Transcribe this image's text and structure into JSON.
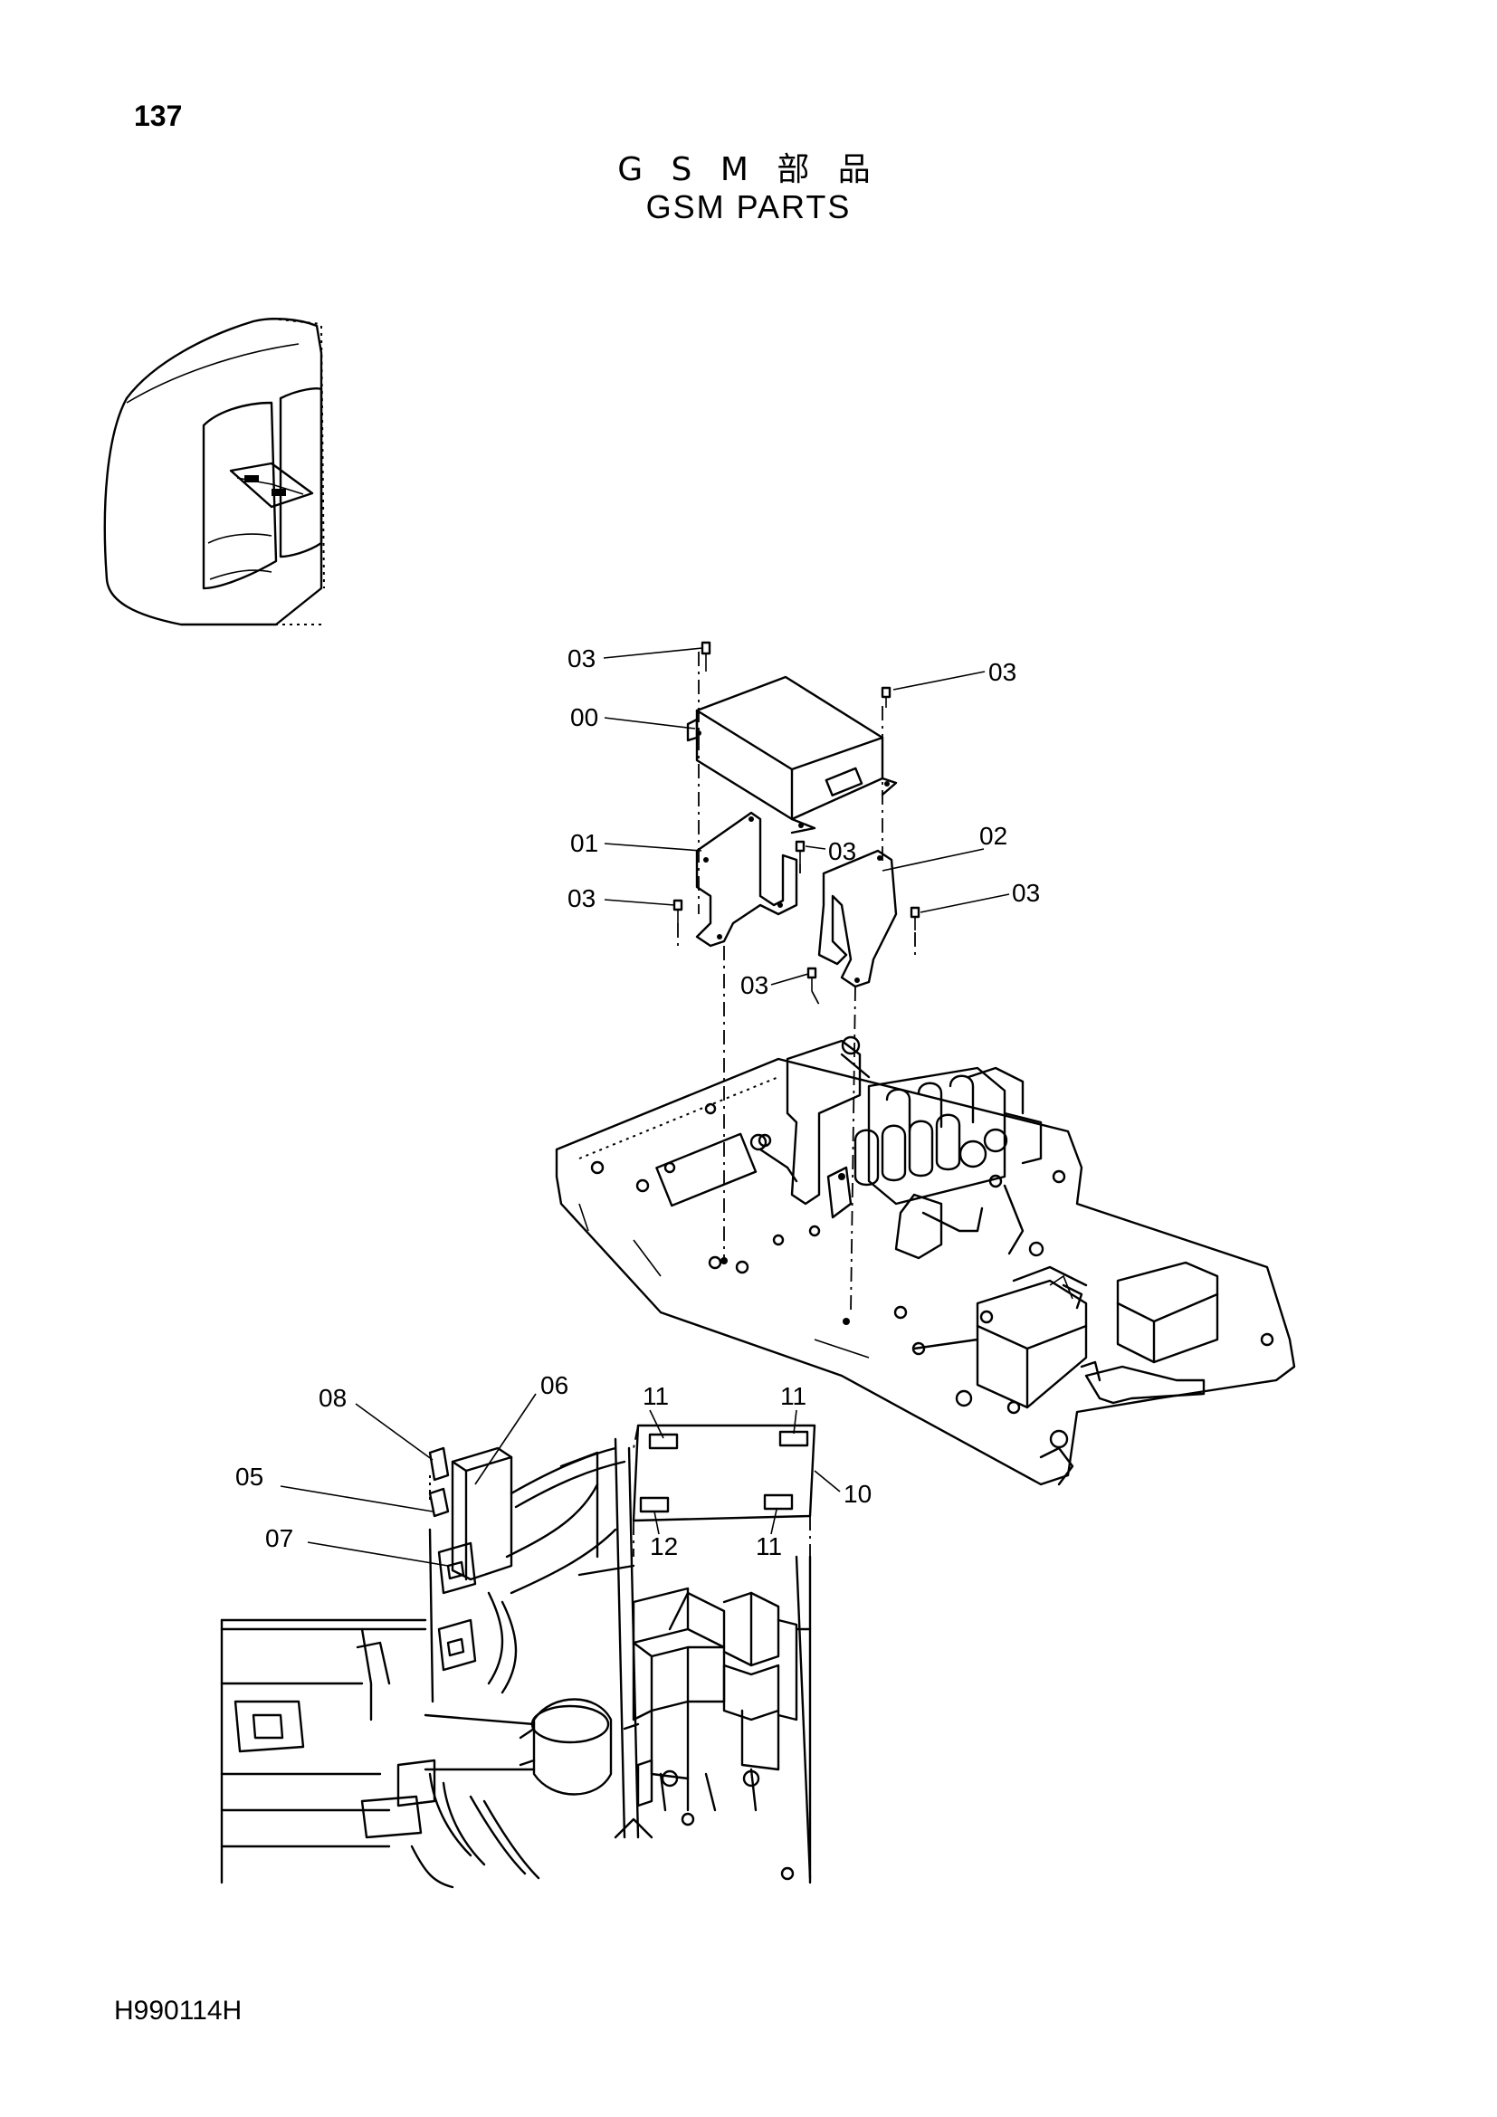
{
  "page": {
    "number": "137",
    "title_jp": "G S M 部 品",
    "title_en": "GSM PARTS",
    "doc_code": "H990114H"
  },
  "callouts": {
    "c03_a": "03",
    "c03_b": "03",
    "c00": "00",
    "c01": "01",
    "c03_c": "03",
    "c02": "02",
    "c03_d": "03",
    "c03_e": "03",
    "c03_f": "03",
    "c08": "08",
    "c06": "06",
    "c11_a": "11",
    "c11_b": "11",
    "c05": "05",
    "c10": "10",
    "c07": "07",
    "c12": "12",
    "c11_c": "11"
  }
}
